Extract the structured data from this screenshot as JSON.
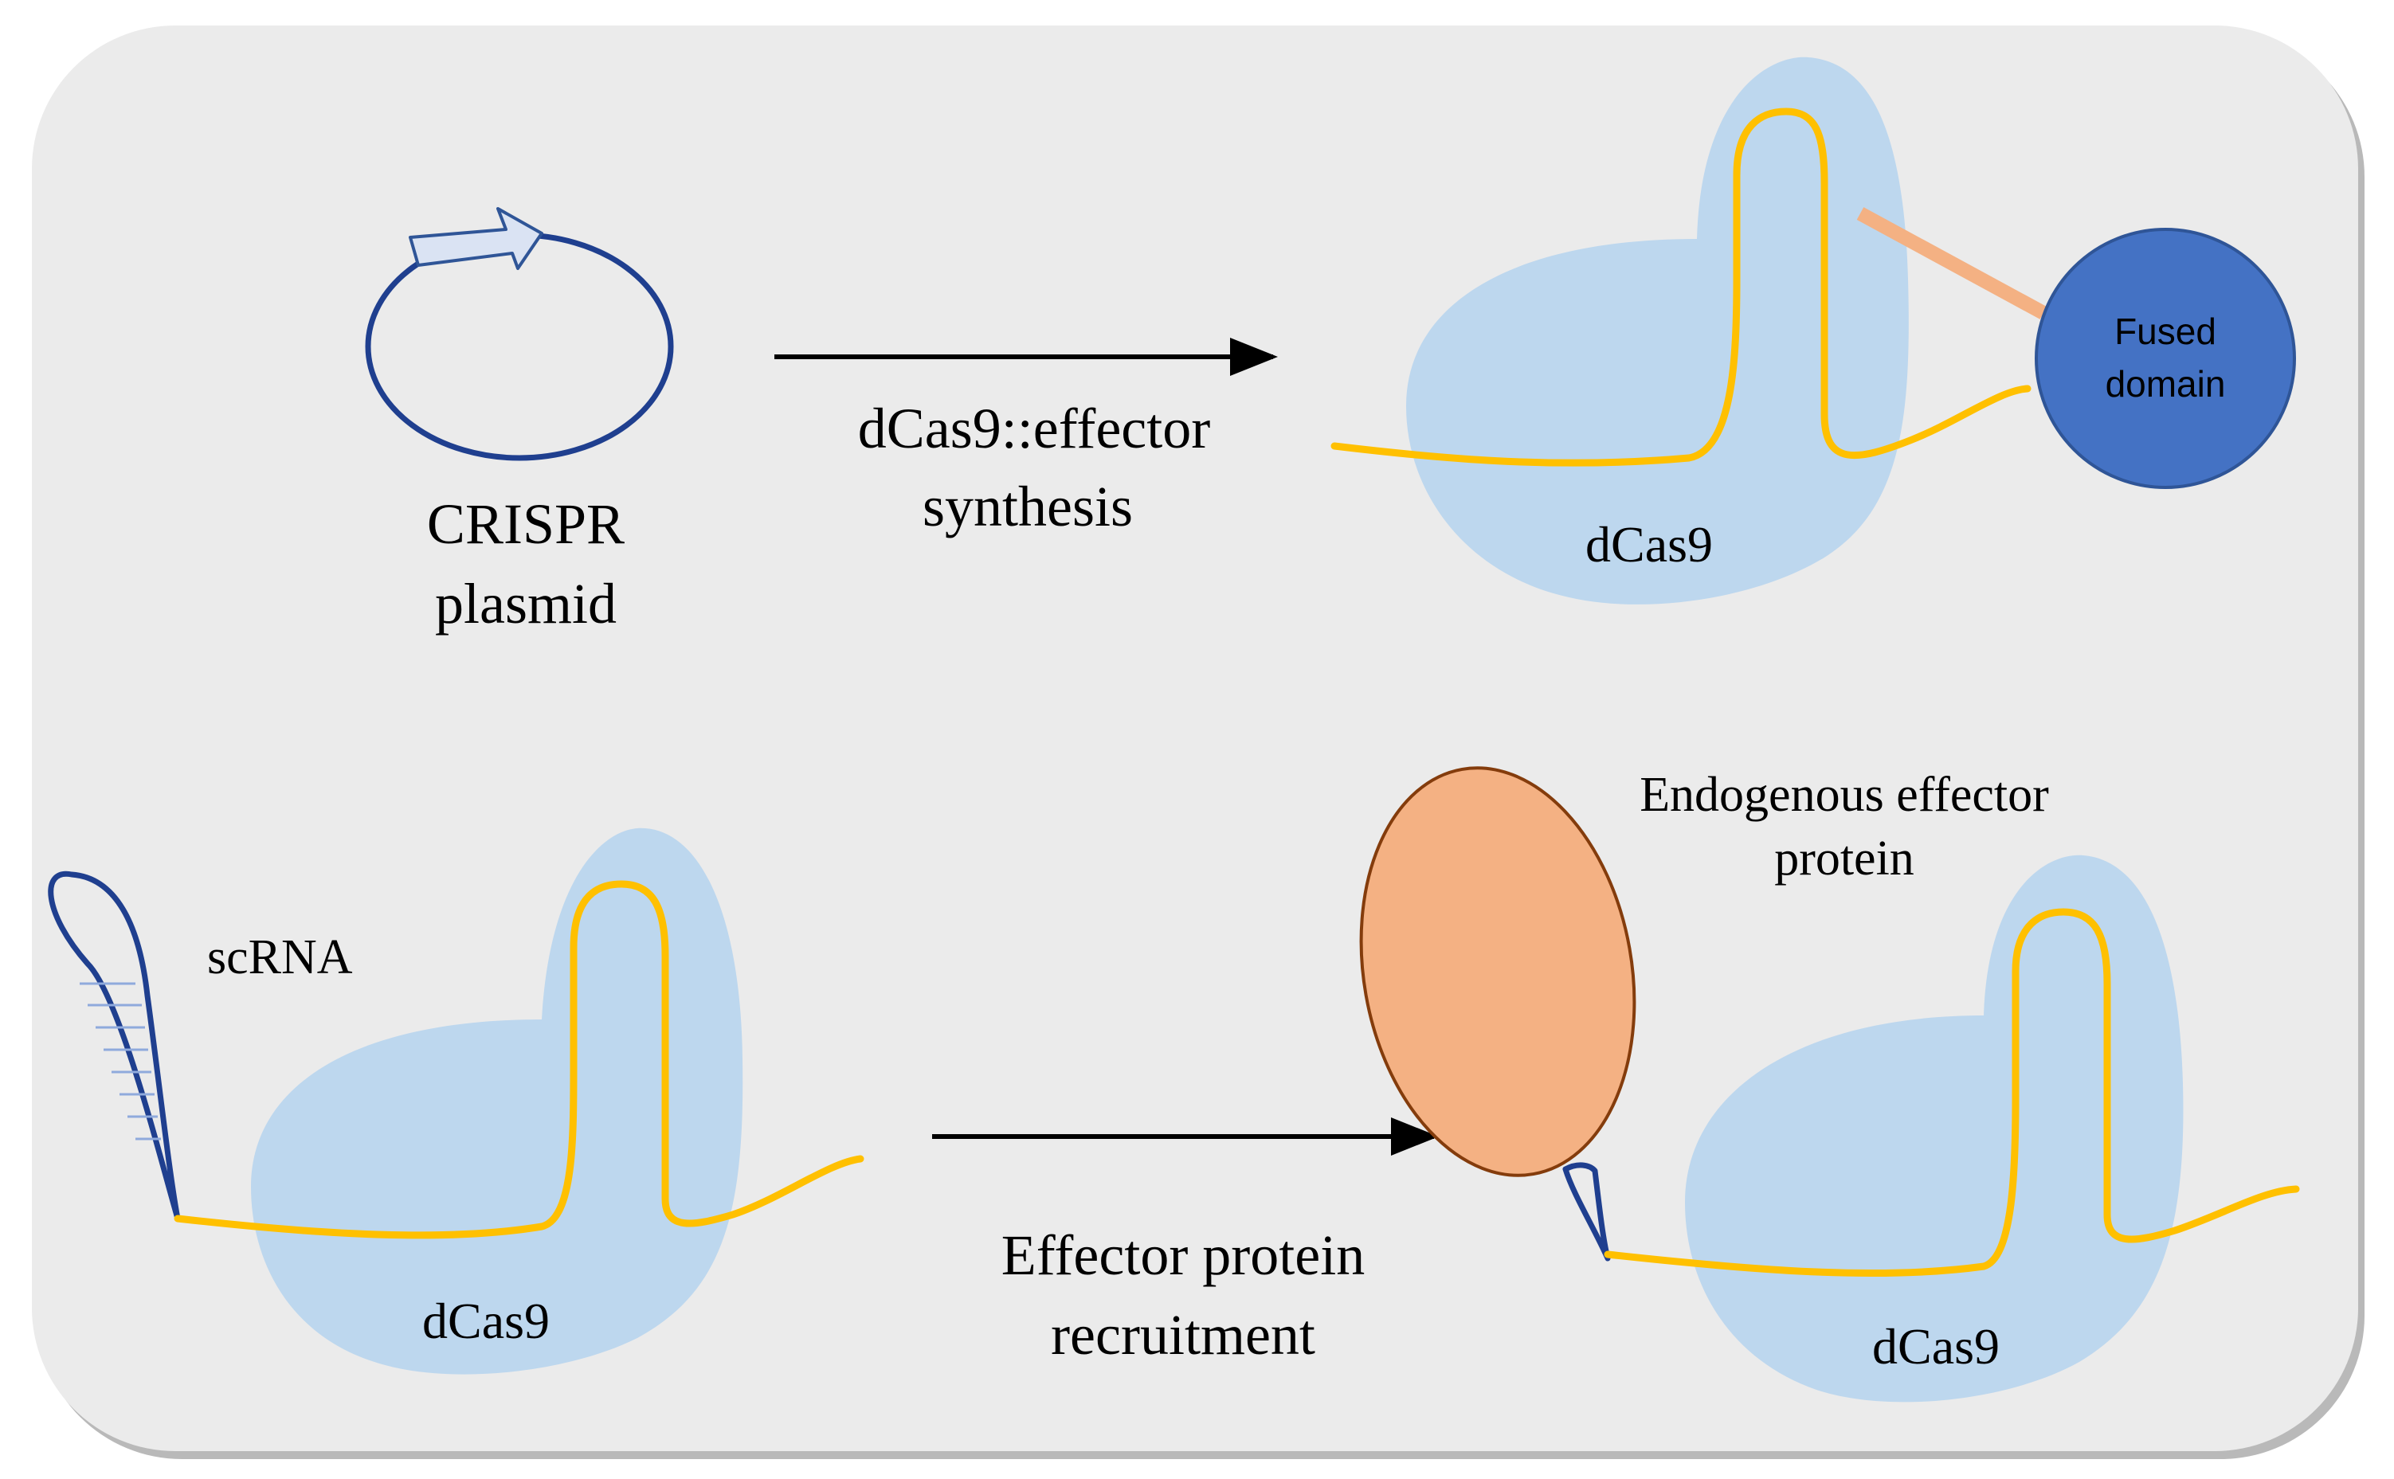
{
  "colors": {
    "panel_background": "#ebebeb",
    "panel_shadow": "#b9b9b9",
    "dcas9_fill": "#bdd7ee",
    "rna_strand": "#ffc000",
    "plasmid_and_scrna_outline": "#1f3f8f",
    "fused_domain_fill": "#4472c4",
    "fused_domain_outline": "#2f5597",
    "linker": "#f4b183",
    "endogenous_effector_fill": "#f4b183",
    "endogenous_effector_outline": "#843c0c",
    "arrow": "#000000"
  },
  "top_row": {
    "plasmid_label_line1": "CRISPR",
    "plasmid_label_line2": "plasmid",
    "arrow_label_line1": "dCas9::effector",
    "arrow_label_line2": "synthesis",
    "dcas9_label": "dCas9",
    "fused_domain_line1": "Fused",
    "fused_domain_line2": "domain"
  },
  "bottom_row": {
    "scrna_label": "scRNA",
    "dcas9_left_label": "dCas9",
    "arrow_label_line1": "Effector protein",
    "arrow_label_line2": "recruitment",
    "effector_label_line1": "Endogenous effector",
    "effector_label_line2": "protein",
    "dcas9_right_label": "dCas9"
  }
}
